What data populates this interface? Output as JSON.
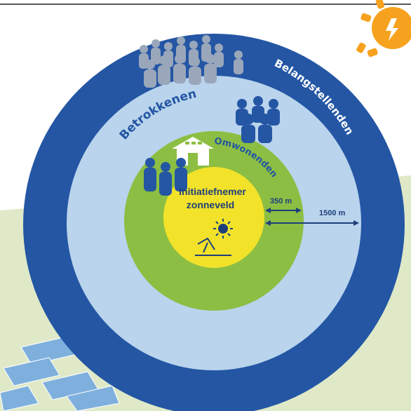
{
  "rings": {
    "outer": {
      "label": "Belangstellenden",
      "color": "#2456a4"
    },
    "middle": {
      "label": "Betrokkenen",
      "color": "#b9d4ec"
    },
    "inner": {
      "label": "Omwonenden",
      "color": "#8cbe43"
    },
    "center": {
      "label_line1": "Initiatiefnemer",
      "label_line2": "zonneveld",
      "color": "#f2e22a"
    }
  },
  "distances": {
    "inner": "350 m",
    "outer": "1500 m"
  },
  "colors": {
    "background_field": "#dfe9c8",
    "people": "#9aa7bb",
    "people_dark": "#2456a4",
    "sun": "#f7a21e",
    "text_dark": "#1e3f7a"
  },
  "icons": [
    "sun-icon",
    "people-group-icon",
    "house-solar-icon",
    "solar-panel-icon",
    "solar-field-icon"
  ]
}
